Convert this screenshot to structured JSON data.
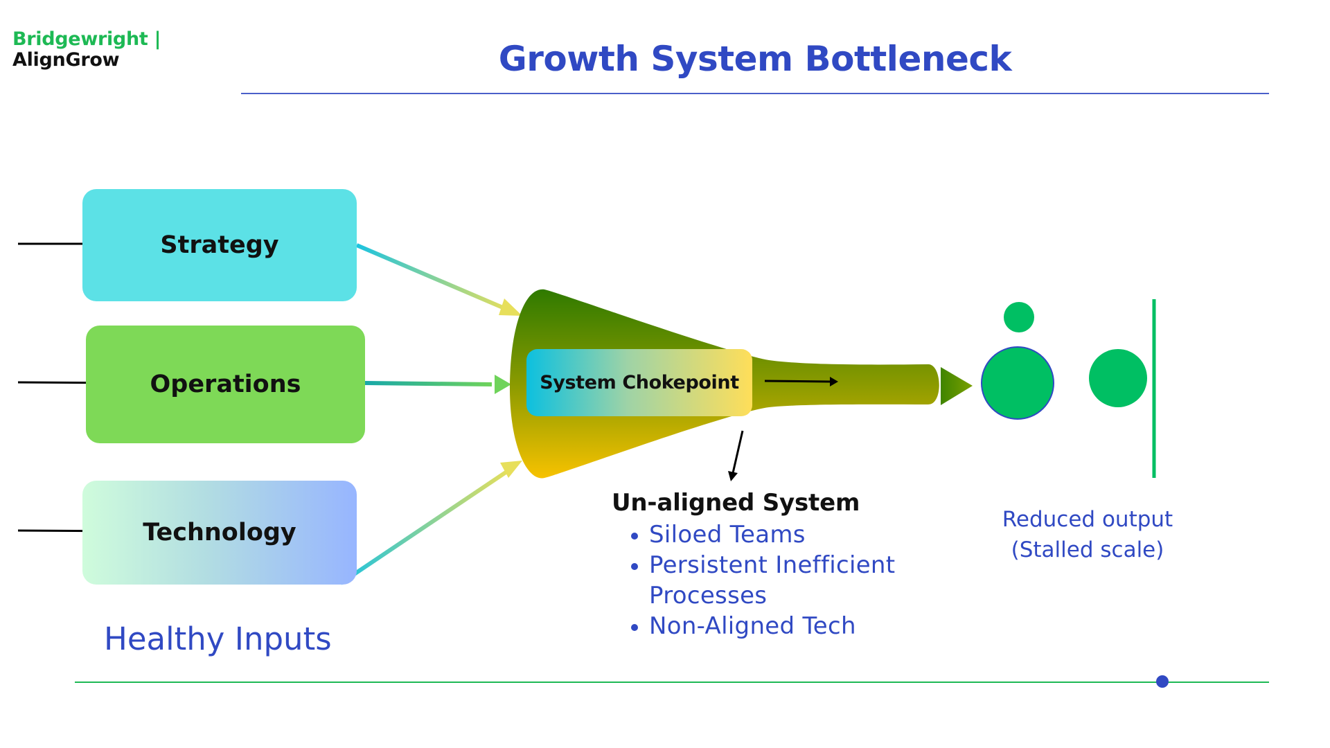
{
  "brand": {
    "line1": "Bridgewright |",
    "line2": "AlignGrow"
  },
  "title": "Growth System Bottleneck",
  "inputs": {
    "strategy": "Strategy",
    "operations": "Operations",
    "technology": "Technology",
    "caption": "Healthy Inputs"
  },
  "chokepoint": {
    "label": "System Chokepoint"
  },
  "issues": {
    "title": "Un-aligned System",
    "items": [
      "Siloed Teams",
      "Persistent Inefficient",
      "Processes",
      "Non-Aligned Tech"
    ]
  },
  "output": {
    "line1": "Reduced output",
    "line2": "(Stalled scale)"
  },
  "colors": {
    "title_blue": "#3049c3",
    "brand_green": "#1db954",
    "strategy_box": "#5ce1e6",
    "operations_box": "#7ed957",
    "output_green": "#00bf63",
    "funnel_dark": "#3a7a00",
    "funnel_yellow": "#f5c000"
  }
}
